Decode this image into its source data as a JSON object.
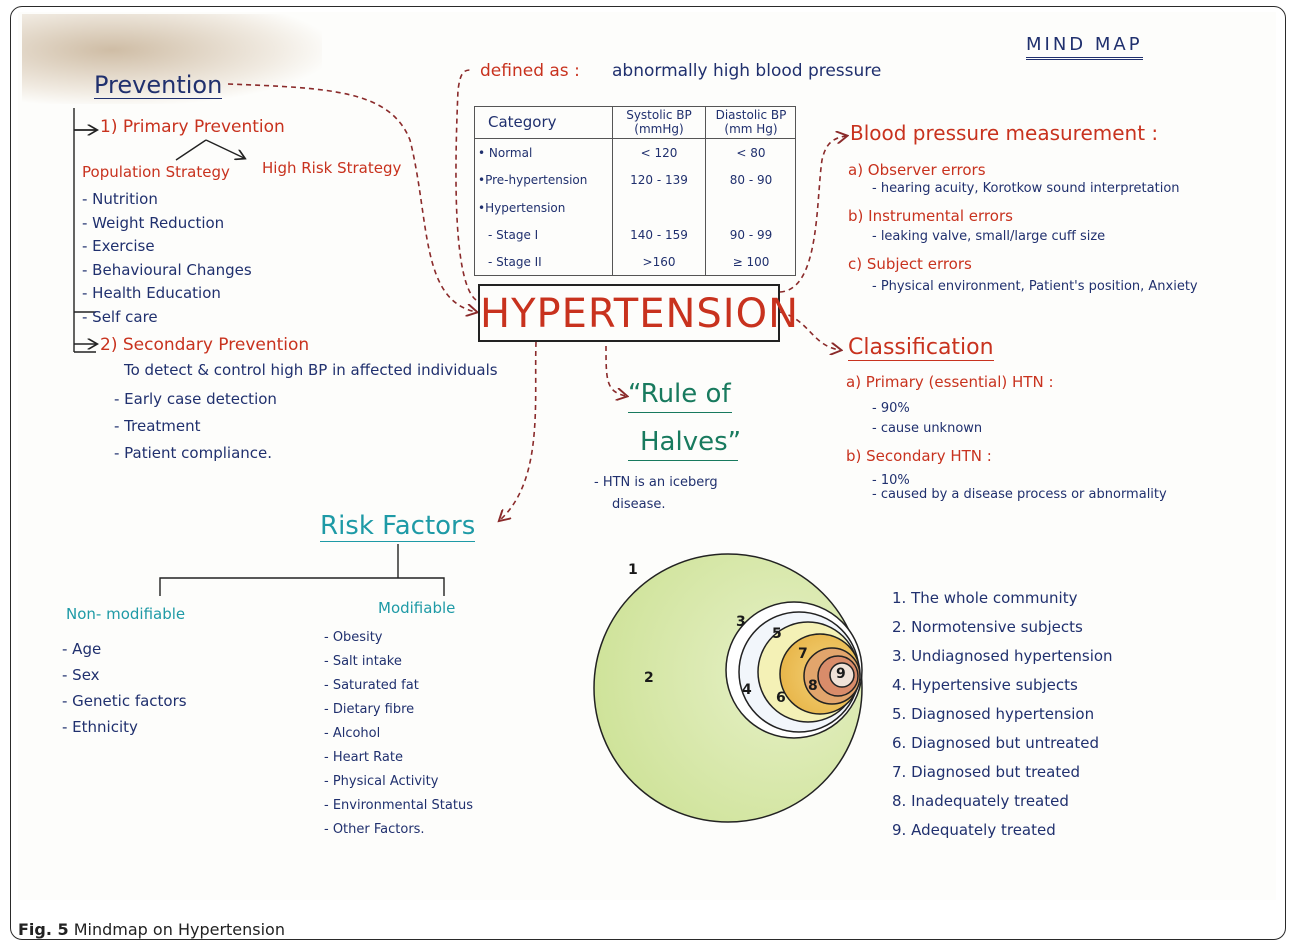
{
  "title": "MIND MAP",
  "center": "HYPERTENSION",
  "defined_as": {
    "label": "defined as :",
    "text": "abnormally high blood pressure"
  },
  "bp_table": {
    "headers": [
      "Category",
      "Systolic BP (mmHg)",
      "Diastolic BP (mm Hg)"
    ],
    "rows": [
      [
        "• Normal",
        "< 120",
        "< 80"
      ],
      [
        "•Pre-hypertension",
        "120 - 139",
        "80 - 90"
      ],
      [
        "•Hypertension",
        "",
        ""
      ],
      [
        "- Stage I",
        "140 - 159",
        "90 - 99"
      ],
      [
        "- Stage II",
        ">160",
        "≥ 100"
      ]
    ]
  },
  "prevention": {
    "heading": "Prevention",
    "primary": "1) Primary Prevention",
    "population": "Population Strategy",
    "high_risk": "High Risk Strategy",
    "primary_items": [
      "- Nutrition",
      "- Weight Reduction",
      "- Exercise",
      "- Behavioural Changes",
      "- Health Education",
      "- Self care"
    ],
    "secondary": "2) Secondary Prevention",
    "secondary_desc": "To detect & control high BP in affected individuals",
    "secondary_items": [
      "- Early case detection",
      "- Treatment",
      "- Patient compliance."
    ]
  },
  "measurement": {
    "heading": "Blood pressure measurement :",
    "items": [
      {
        "title": "a) Observer errors",
        "detail": "- hearing acuity, Korotkow sound interpretation"
      },
      {
        "title": "b) Instrumental errors",
        "detail": "- leaking valve, small/large cuff size"
      },
      {
        "title": "c) Subject errors",
        "detail": "- Physical environment, Patient's position, Anxiety"
      }
    ]
  },
  "classification": {
    "heading": "Classification",
    "primary": "a) Primary (essential) HTN :",
    "primary_items": [
      "- 90%",
      "- cause unknown"
    ],
    "secondary": "b) Secondary HTN :",
    "secondary_items": [
      "- 10%",
      "- caused by a disease process or abnormality"
    ]
  },
  "rule": {
    "line1": "“Rule of",
    "line2": "Halves”",
    "note1": "- HTN is an iceberg",
    "note2": "disease."
  },
  "risk": {
    "heading": "Risk Factors",
    "nonmod": "Non- modifiable",
    "nonmod_items": [
      "- Age",
      "- Sex",
      "- Genetic factors",
      "- Ethnicity"
    ],
    "mod": "Modifiable",
    "mod_items": [
      "- Obesity",
      "- Salt intake",
      "- Saturated fat",
      "- Dietary fibre",
      "- Alcohol",
      "- Heart Rate",
      "- Physical Activity",
      "- Environmental Status",
      "- Other Factors."
    ]
  },
  "iceberg": {
    "numbers": [
      "1",
      "2",
      "3",
      "4",
      "5",
      "6",
      "7",
      "8",
      "9"
    ],
    "legend": [
      "1. The whole community",
      "2. Normotensive subjects",
      "3. Undiagnosed hypertension",
      "4. Hypertensive subjects",
      "5. Diagnosed hypertension",
      "6. Diagnosed but untreated",
      "7. Diagnosed but treated",
      "8. Inadequately treated",
      "9. Adequately treated"
    ]
  },
  "caption": {
    "label": "Fig. 5",
    "text": " Mindmap on Hypertension"
  },
  "colors": {
    "heading_red": "#c8321e",
    "ink_navy": "#20306e",
    "teal": "#1e9aa6",
    "green": "#187a5e",
    "connector": "#8a2a2a"
  }
}
